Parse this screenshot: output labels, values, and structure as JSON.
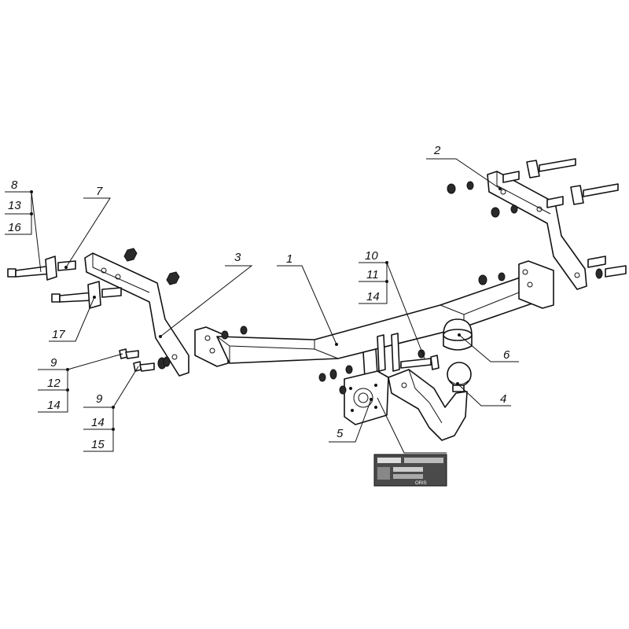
{
  "callouts": {
    "c1": "1",
    "c2": "2",
    "c3": "3",
    "c4": "4",
    "c5": "5",
    "c6": "6",
    "c7": "7",
    "c8": "8",
    "c13a": "13",
    "c16": "16",
    "c17": "17",
    "c10": "10",
    "c11": "11",
    "c14a": "14",
    "c9a": "9",
    "c12": "12",
    "c14b": "14",
    "c9b": "9",
    "c14c": "14",
    "c15": "15"
  },
  "plate": {
    "brand": "ORIS"
  },
  "colors": {
    "line": "#111111",
    "plate": "#4a4a4a"
  }
}
